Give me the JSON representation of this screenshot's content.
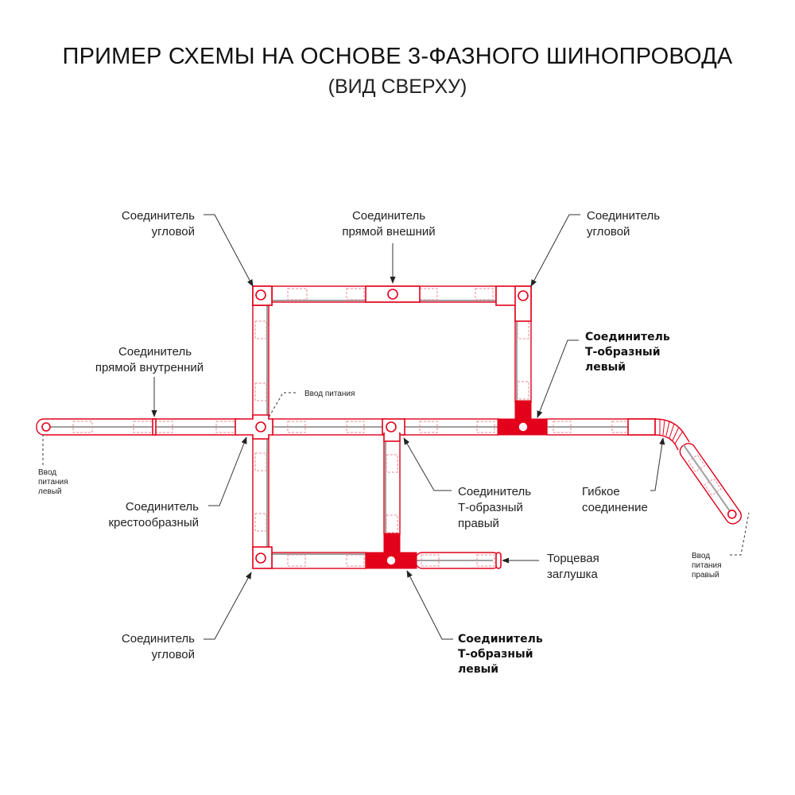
{
  "header": {
    "title": "ПРИМЕР СХЕМЫ НА ОСНОВЕ 3-ФАЗНОГО ШИНОПРОВОДА",
    "subtitle": "(ВИД СВЕРХУ)"
  },
  "labels": {
    "corner_top_left": [
      "Соединитель",
      "угловой"
    ],
    "straight_external": [
      "Соединитель",
      "прямой внешний"
    ],
    "corner_top_right": [
      "Соединитель",
      "угловой"
    ],
    "t_left_top": [
      "Соединитель",
      "Т-образный",
      "левый"
    ],
    "straight_internal": [
      "Соединитель",
      "прямой внутренний"
    ],
    "power_input_center": "Ввод питания",
    "power_input_left": [
      "Ввод",
      "питания",
      "левый"
    ],
    "cross_connector": [
      "Соединитель",
      "крестообразный"
    ],
    "t_right": [
      "Соединитель",
      "Т-образный",
      "правый"
    ],
    "flexible": [
      "Гибкое",
      "соединение"
    ],
    "end_cap": [
      "Торцевая",
      "заглушка"
    ],
    "power_input_right": [
      "Ввод",
      "питания",
      "правый"
    ],
    "corner_bottom_left": [
      "Соединитель",
      "угловой"
    ],
    "t_left_bottom": [
      "Соединитель",
      "Т-образный",
      "левый"
    ]
  },
  "colors": {
    "accent": "#e2001a",
    "rail_core": "#a0a0a0",
    "text": "#222222"
  }
}
